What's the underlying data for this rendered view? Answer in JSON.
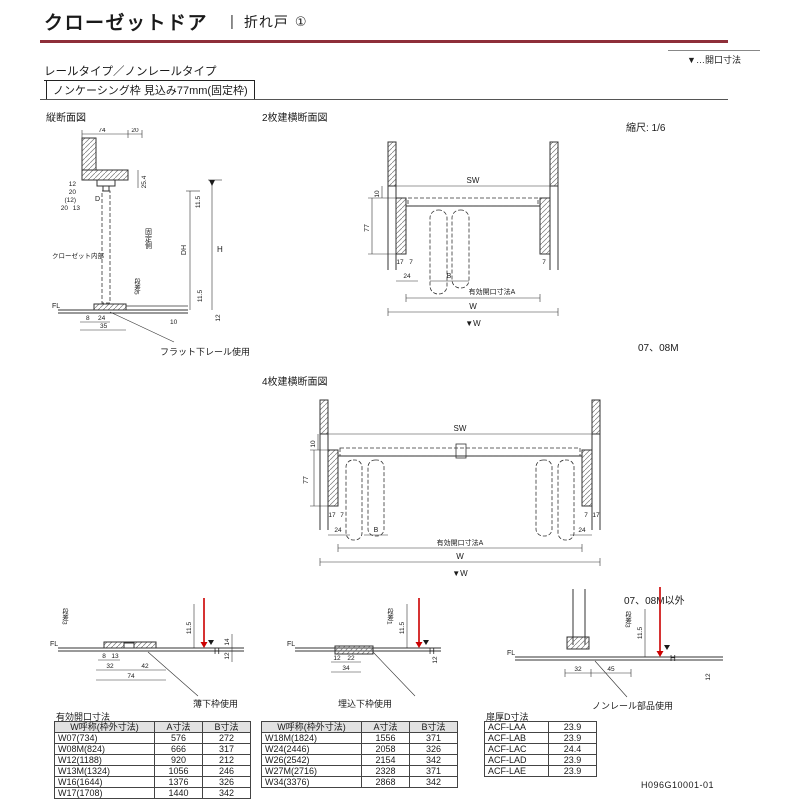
{
  "colors": {
    "accent": "#8e2f39",
    "arrow_red": "#cc0000"
  },
  "header": {
    "title": "クローゼットドア",
    "separator": "|",
    "category": "折れ戸",
    "number": "①",
    "legend": "▼…開口寸法"
  },
  "subheader": {
    "rail_type": "レールタイプ／ノンレールタイプ",
    "frame_spec": "ノンケーシング枠 見込み77mm(固定枠)"
  },
  "labels": {
    "vertical_section": "縦断面図",
    "two_panel_section": "2枚建横断面図",
    "four_panel_section": "4枚建横断面図",
    "scale": "縮尺: 1/6",
    "model_small": "07、08M",
    "model_other": "07、08M以外",
    "flat_rail_caption": "フラット下レール使用",
    "thin_sill_caption": "薄下枠使用",
    "recessed_sill_caption": "埋込下枠使用",
    "nonrail_caption": "ノンレール部品使用",
    "doc_number": "H096G10001-01"
  },
  "vs": {
    "interior": "クローゼット内部",
    "fixed_side": "固定側",
    "step": "段差5",
    "fl": "FL",
    "d74": "74",
    "d20": "20",
    "d254": "25.4",
    "d12": "12",
    "d20b": "20",
    "d12p": "(12)",
    "d20c": "20",
    "d13": "13",
    "d115t": "11.5",
    "door_d": "D",
    "dh": "DH",
    "h": "H",
    "d8": "8",
    "d24": "24",
    "d35": "35",
    "d10": "10",
    "d12b": "12",
    "d115b": "11.5"
  },
  "hs2": {
    "sw": "SW",
    "d10": "10",
    "d77": "77",
    "d17": "17",
    "d7": "7",
    "b": "B",
    "d24": "24",
    "opening_a": "有効開口寸法A",
    "d7r": "7",
    "w": "W",
    "w_open": "▼W"
  },
  "hs4": {
    "sw": "SW",
    "d10": "10",
    "d77": "77",
    "d17l": "17",
    "d7l": "7",
    "b": "B",
    "d24l": "24",
    "opening_a": "有効開口寸法A",
    "d7r": "7",
    "d17r": "17",
    "d24r": "24",
    "w": "W",
    "w_open": "▼W"
  },
  "det1": {
    "fl": "FL",
    "step": "段差3",
    "d115": "11.5",
    "h": "H",
    "d8": "8",
    "d13": "13",
    "d32": "32",
    "d42": "42",
    "d74": "74",
    "d14": "14",
    "d12": "12"
  },
  "det2": {
    "fl": "FL",
    "step": "段差1",
    "d115": "11.5",
    "h": "H",
    "d12": "12",
    "d22": "22",
    "d34": "34",
    "d12r": "12"
  },
  "det3": {
    "fl": "FL",
    "step": "段差3",
    "d115": "11.5",
    "h": "H",
    "d32": "32",
    "d45": "45",
    "d12": "12"
  },
  "tables": {
    "effective_title": "有効開口寸法",
    "t1": {
      "headers": [
        "W呼称(枠外寸法)",
        "A寸法",
        "B寸法"
      ],
      "rows": [
        [
          "W07(734)",
          "576",
          "272"
        ],
        [
          "W08M(824)",
          "666",
          "317"
        ],
        [
          "W12(1188)",
          "920",
          "212"
        ],
        [
          "W13M(1324)",
          "1056",
          "246"
        ],
        [
          "W16(1644)",
          "1376",
          "326"
        ],
        [
          "W17(1708)",
          "1440",
          "342"
        ]
      ]
    },
    "t2": {
      "headers": [
        "W呼称(枠外寸法)",
        "A寸法",
        "B寸法"
      ],
      "rows": [
        [
          "W18M(1824)",
          "1556",
          "371"
        ],
        [
          "W24(2446)",
          "2058",
          "326"
        ],
        [
          "W26(2542)",
          "2154",
          "342"
        ],
        [
          "W27M(2716)",
          "2328",
          "371"
        ],
        [
          "W34(3376)",
          "2868",
          "342"
        ]
      ]
    },
    "thickness_title": "扉厚D寸法",
    "t3": {
      "rows": [
        [
          "ACF-LAA",
          "23.9"
        ],
        [
          "ACF-LAB",
          "23.9"
        ],
        [
          "ACF-LAC",
          "24.4"
        ],
        [
          "ACF-LAD",
          "23.9"
        ],
        [
          "ACF-LAE",
          "23.9"
        ]
      ]
    }
  }
}
